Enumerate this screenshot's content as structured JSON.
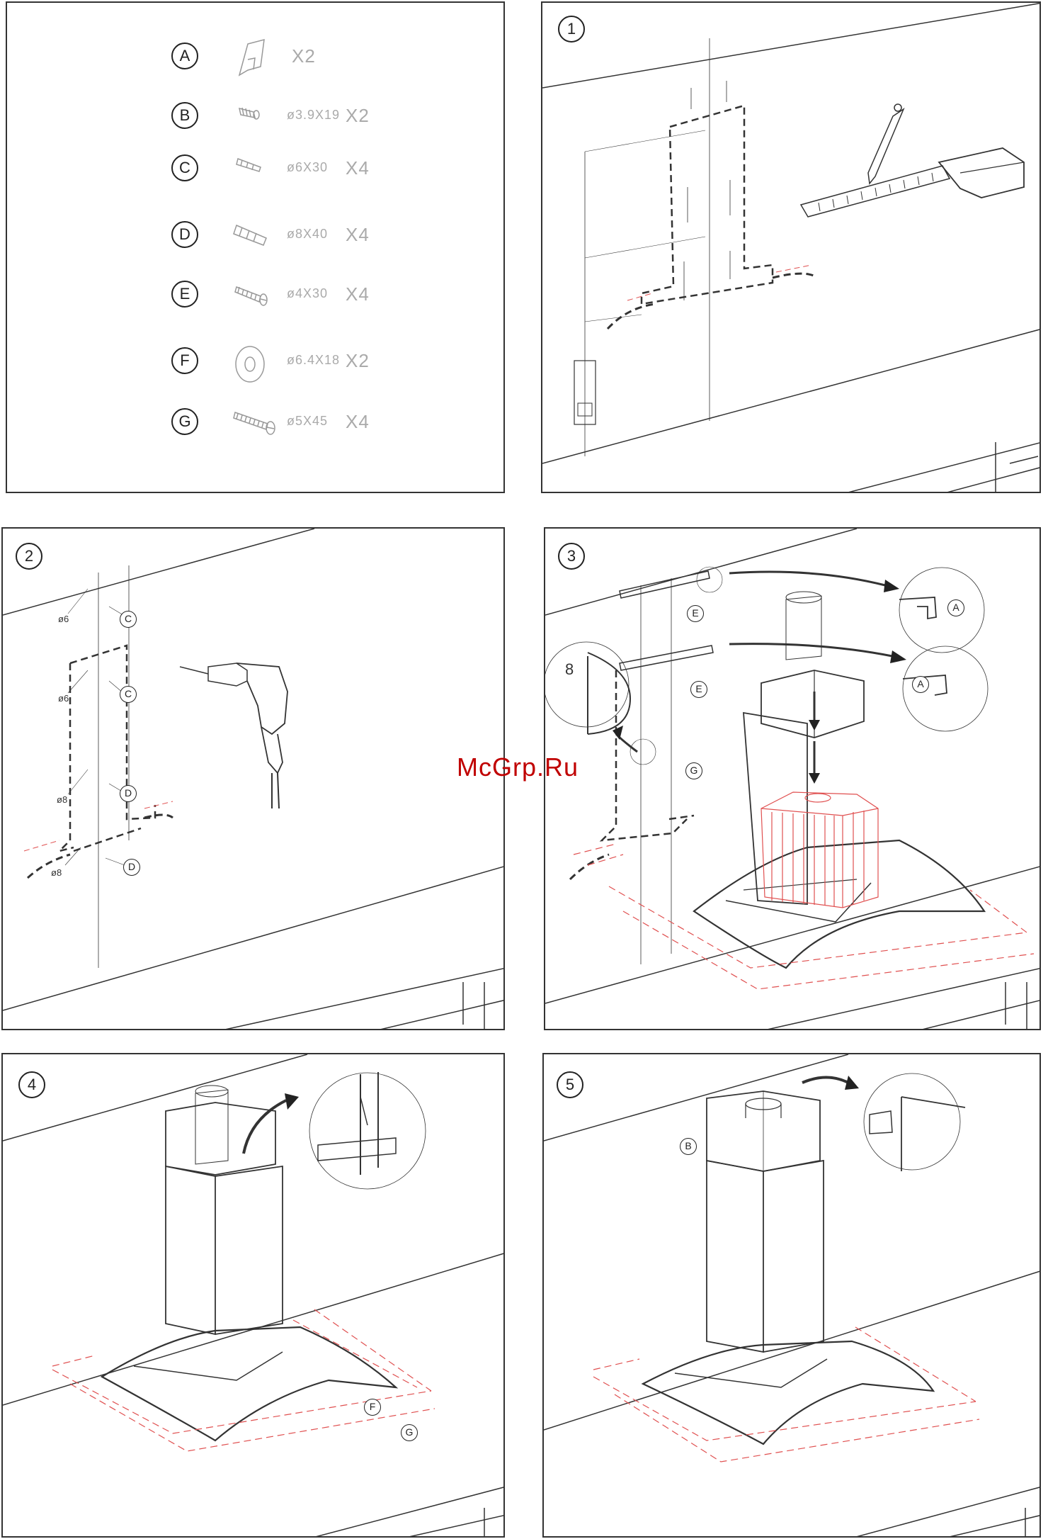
{
  "watermark": "McGrp.Ru",
  "parts": [
    {
      "letter": "A",
      "icon": "bracket-icon",
      "size": "",
      "qty": "X2"
    },
    {
      "letter": "B",
      "icon": "short-screw-icon",
      "size": "ø3.9X19",
      "qty": "X2"
    },
    {
      "letter": "C",
      "icon": "small-plug-icon",
      "size": "ø6X30",
      "qty": "X4"
    },
    {
      "letter": "D",
      "icon": "large-plug-icon",
      "size": "ø8X40",
      "qty": "X4"
    },
    {
      "letter": "E",
      "icon": "wood-screw-icon",
      "size": "ø4X30",
      "qty": "X4"
    },
    {
      "letter": "F",
      "icon": "washer-icon",
      "size": "ø6.4X18",
      "qty": "X2"
    },
    {
      "letter": "G",
      "icon": "long-screw-icon",
      "size": "ø5X45",
      "qty": "X4"
    }
  ],
  "steps": {
    "s1": "1",
    "s2": "2",
    "s3": "3",
    "s4": "4",
    "s5": "5"
  },
  "step2_labels": {
    "d1": "ø6",
    "d2": "ø6",
    "d3": "ø8",
    "d4": "ø8",
    "c1": "C",
    "c2": "C",
    "d_top": "D",
    "d_bottom": "D"
  },
  "step3_labels": {
    "e1": "E",
    "e2": "E",
    "g": "G",
    "a1": "A",
    "a2": "A",
    "depth": "8"
  },
  "step4_labels": {
    "f": "F",
    "g": "G"
  },
  "step5_labels": {
    "b": "B"
  }
}
